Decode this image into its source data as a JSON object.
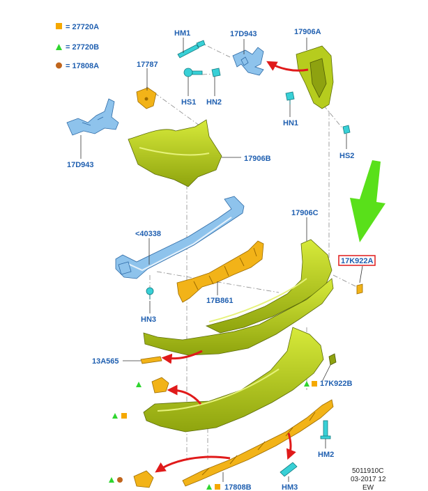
{
  "legend": [
    {
      "symbol": "square",
      "color": "#f5a800",
      "label": "= 27720A"
    },
    {
      "symbol": "triangle",
      "color": "#2fd52f",
      "label": "= 27720B"
    },
    {
      "symbol": "circle",
      "color": "#c0651d",
      "label": "= 17808A"
    }
  ],
  "callouts": {
    "hm1": "HM1",
    "p17d943_top": "17D943",
    "p17906a": "17906A",
    "p17787": "17787",
    "hs1": "HS1",
    "hn2": "HN2",
    "hn1": "HN1",
    "hs2": "HS2",
    "p17d943_left": "17D943",
    "p17906b": "17906B",
    "p17906c": "17906C",
    "p40338": "<40338",
    "p17k922a": "17K922A",
    "p17b861": "17B861",
    "hn3": "HN3",
    "p13a565": "13A565",
    "p17k922b": "17K922B",
    "hm2": "HM2",
    "hm3": "HM3",
    "p17808b": "17808B"
  },
  "reference": {
    "code": "5011910C",
    "date": "03-2017 12",
    "tag": "EW"
  },
  "colors": {
    "callout_text": "#1f5fb0",
    "highlight_box": "#e01a1a",
    "red_arrow": "#e01a1a",
    "green_arrow": "#59e01a",
    "bumper": "#b6cc1e",
    "bracket_blue": "#8ec3ec",
    "bracket_orange": "#f2b318",
    "fastener": "#38d0d6"
  }
}
